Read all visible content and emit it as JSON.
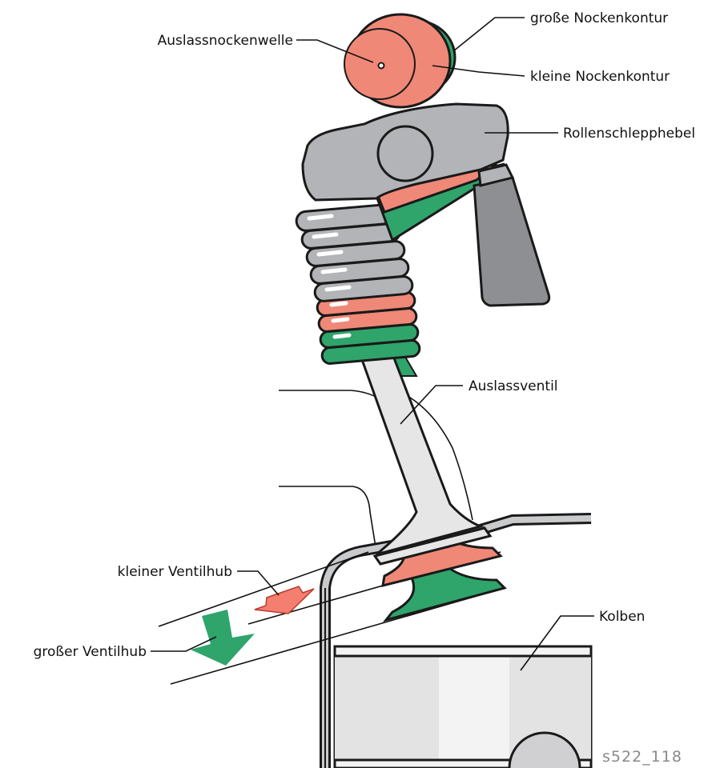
{
  "labels": {
    "exhaust_camshaft": "Auslassnockenwelle",
    "large_cam_profile": "große Nockenkontur",
    "small_cam_profile": "kleine Nockenkontur",
    "roller_finger_follower": "Rollenschlepphebel",
    "exhaust_valve": "Auslassventil",
    "small_valve_lift": "kleiner Ventilhub",
    "large_valve_lift": "großer Ventilhub",
    "piston": "Kolben"
  },
  "figure_code": "s522_118",
  "colors": {
    "salmon": "#f08877",
    "green": "#2fa46b",
    "grey": "#b3b4b7",
    "light_grey": "#e6e6e7",
    "outline": "#1a1a1a",
    "small_lift_arrow": "#f47e6f",
    "large_lift_arrow": "#2fa46b"
  }
}
